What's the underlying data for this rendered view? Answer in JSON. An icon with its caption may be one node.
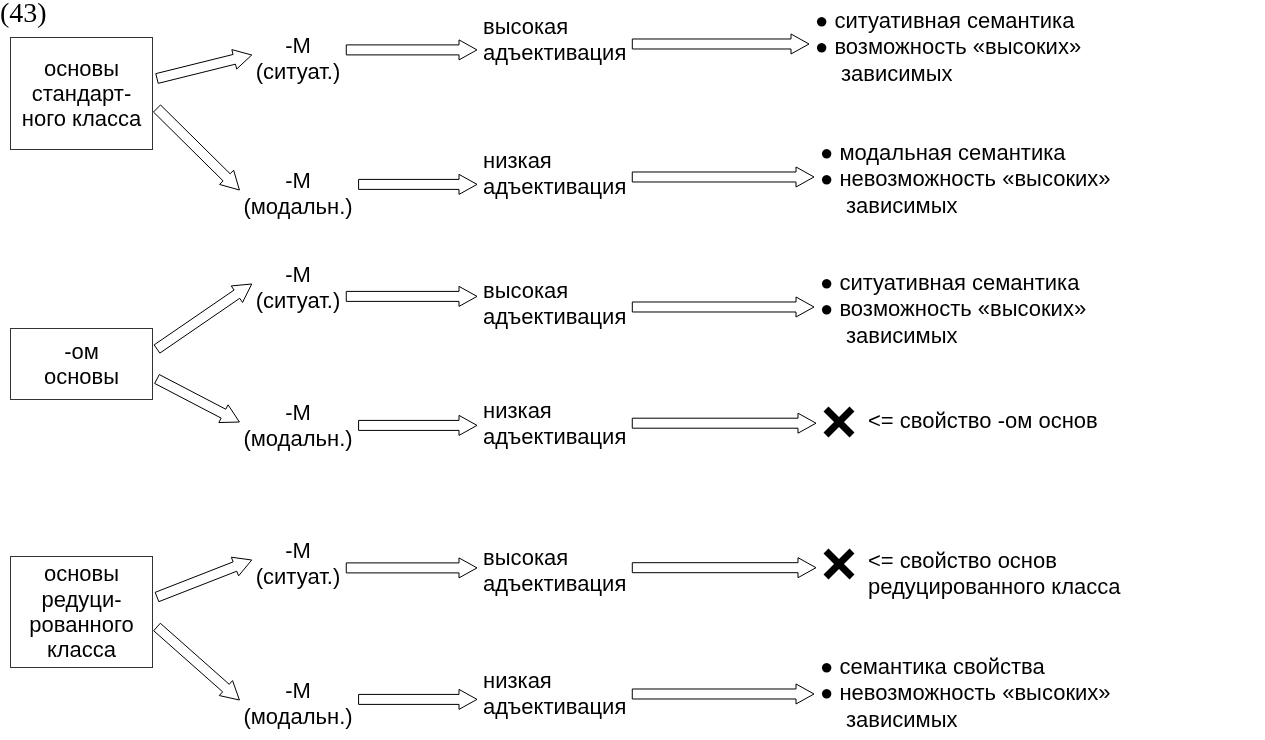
{
  "diagram": {
    "nodes": [
      {
        "text": [
          "основы стандарт- ного класса"
        ]
      },
      {
        "text": [
          "-М (ситуат.)"
        ]
      },
      {
        "text": [
          "высокая адъективация"
        ]
      },
      {
        "text": [
          "● ситуативная семантика",
          "● возможность «высоких» зависимых"
        ]
      },
      {
        "text": [
          "-М (модальн.)"
        ]
      },
      {
        "text": [
          "низкая адъективация"
        ]
      },
      {
        "text": [
          "● модальная семантика",
          "● невозможность «высоких» зависимых"
        ]
      },
      {
        "text": [
          "-ом основы"
        ]
      },
      {
        "text": [
          "-М (ситуат.)"
        ]
      },
      {
        "text": [
          "высокая адъективация"
        ]
      },
      {
        "text": [
          "● ситуативная семантика",
          "● возможность «высоких» зависимых"
        ]
      },
      {
        "text": [
          "-М (модальн.)"
        ]
      },
      {
        "text": [
          "низкая адъективация"
        ]
      },
      {
        "text": [],
        "shape": "cross",
        "beside": [
          "<= свойство -ом основ"
        ]
      },
      {
        "text": [
          "основы редуци- рованного класса"
        ]
      },
      {
        "text": [
          "-М (ситуат.)"
        ]
      },
      {
        "text": [
          "высокая адъективация"
        ]
      },
      {
        "text": [],
        "shape": "cross",
        "beside": [
          "<= свойство основ редуцированного класса"
        ]
      },
      {
        "text": [
          "-М (модальн.)"
        ]
      },
      {
        "text": [
          "низкая адъективация"
        ]
      },
      {
        "text": [
          "● семантика свойства",
          "● невозможность «высоких» зависимых"
        ]
      }
    ],
    "edges": [
      {
        "from": 0,
        "to": 1,
        "arrow": "to"
      },
      {
        "from": 1,
        "to": 2,
        "arrow": "to"
      },
      {
        "from": 2,
        "to": 3,
        "arrow": "to"
      },
      {
        "from": 0,
        "to": 4,
        "arrow": "to"
      },
      {
        "from": 4,
        "to": 5,
        "arrow": "to"
      },
      {
        "from": 5,
        "to": 6,
        "arrow": "to"
      },
      {
        "from": 7,
        "to": 8,
        "arrow": "to"
      },
      {
        "from": 8,
        "to": 9,
        "arrow": "to"
      },
      {
        "from": 9,
        "to": 10,
        "arrow": "to"
      },
      {
        "from": 7,
        "to": 11,
        "arrow": "to"
      },
      {
        "from": 11,
        "to": 12,
        "arrow": "to"
      },
      {
        "from": 12,
        "to": 13,
        "arrow": "to"
      },
      {
        "from": 14,
        "to": 15,
        "arrow": "to"
      },
      {
        "from": 15,
        "to": 16,
        "arrow": "to"
      },
      {
        "from": 16,
        "to": 17,
        "arrow": "to"
      },
      {
        "from": 14,
        "to": 18,
        "arrow": "to"
      },
      {
        "from": 18,
        "to": 19,
        "arrow": "to"
      },
      {
        "from": 19,
        "to": 20,
        "arrow": "to"
      }
    ],
    "labels": [
      "(43)"
    ]
  }
}
